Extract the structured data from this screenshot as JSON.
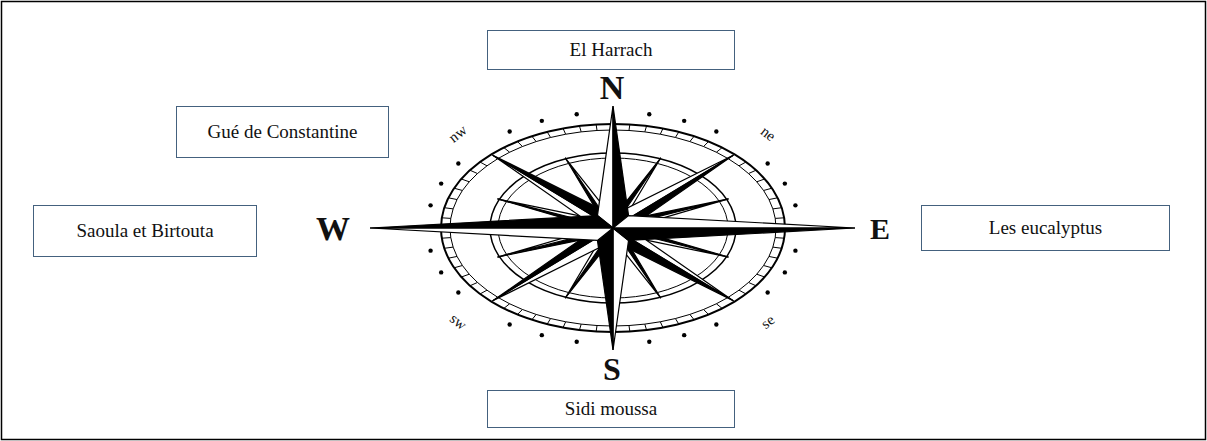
{
  "diagram": {
    "nodes": [
      {
        "text": [
          "El Harrach"
        ]
      },
      {
        "text": [
          "Gué de Constantine"
        ]
      },
      {
        "text": [
          "Saoula et Birtouta"
        ]
      },
      {
        "text": [
          "Les eucalyptus"
        ]
      },
      {
        "text": [
          "Sidi moussa"
        ]
      }
    ],
    "labels": [
      "N",
      "nw",
      "ne",
      "W",
      "E",
      "sw",
      "se",
      "S"
    ]
  }
}
